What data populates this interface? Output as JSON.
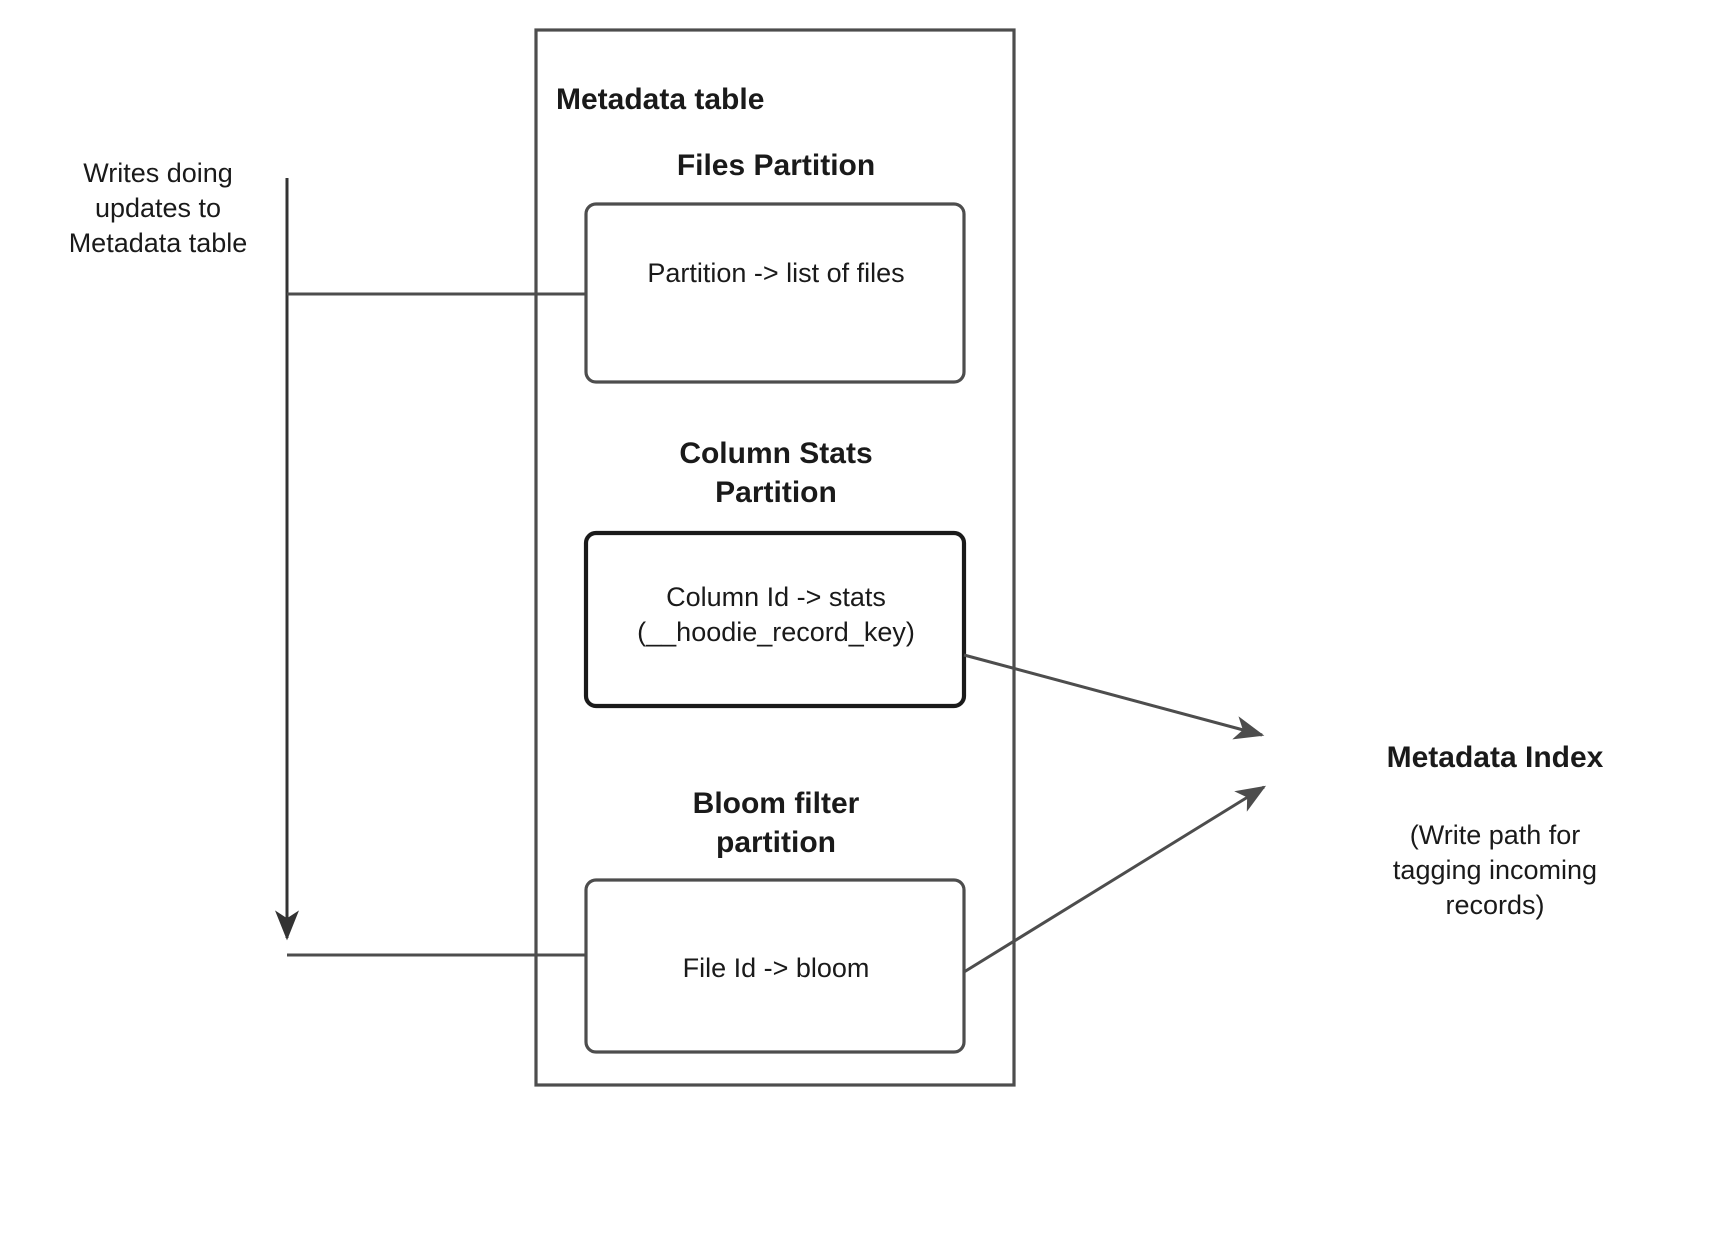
{
  "diagram": {
    "title": "Hudi Metadata table partitions and metadata index write path",
    "colors": {
      "stroke": "#4d4d4d",
      "stroke_dark": "#1a1a1a",
      "text": "#1a1a1a",
      "background": "#ffffff",
      "arrowhead": "#4d4d4d"
    },
    "left_label": {
      "text": "Writes doing\nupdates to\nMetadata table"
    },
    "container": {
      "label": "Metadata table"
    },
    "partitions": [
      {
        "heading": "Files Partition",
        "box_text": "Partition -> list of files"
      },
      {
        "heading": "Column Stats\nPartition",
        "box_text": "Column Id  -> stats\n(__hoodie_record_key)"
      },
      {
        "heading": "Bloom filter\npartition",
        "box_text": "File Id -> bloom"
      }
    ],
    "right_node": {
      "title": "Metadata Index",
      "caption": "(Write path for\ntagging incoming\nrecords)"
    }
  }
}
